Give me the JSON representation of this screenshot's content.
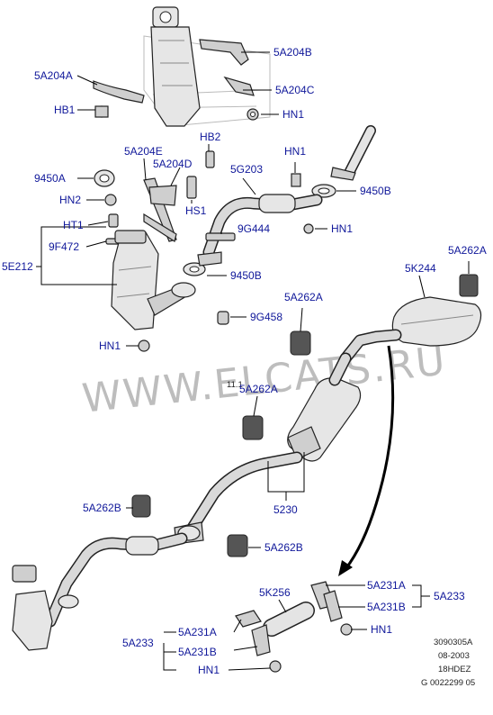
{
  "watermark": "WWW.ELCATS.RU",
  "labels": {
    "l_5A204B": "5A204B",
    "l_5A204A": "5A204A",
    "l_5A204C": "5A204C",
    "l_HB1": "HB1",
    "l_HN1_top": "HN1",
    "l_HB2": "HB2",
    "l_5A204E": "5A204E",
    "l_5A204D": "5A204D",
    "l_HN1_a": "HN1",
    "l_9450A": "9450A",
    "l_5G203": "5G203",
    "l_9450B_a": "9450B",
    "l_HN2": "HN2",
    "l_HS1": "HS1",
    "l_HT1": "HT1",
    "l_HN1_b": "HN1",
    "l_9G444": "9G444",
    "l_9F472": "9F472",
    "l_5E212": "5E212",
    "l_9450B_b": "9450B",
    "l_5A262A_r": "5A262A",
    "l_5K244": "5K244",
    "l_5A262A_m": "5A262A",
    "l_9G458": "9G458",
    "l_HN1_c": "HN1",
    "l_5A262A_c": "5A262A",
    "l_5230": "5230",
    "l_5A262B_l": "5A262B",
    "l_5A262B_r": "5A262B",
    "l_5K256": "5K256",
    "l_5A231A_r": "5A231A",
    "l_5A233_r": "5A233",
    "l_5A231B_r": "5A231B",
    "l_HN1_r": "HN1",
    "l_5A231A_l": "5A231A",
    "l_5A233_l": "5A233",
    "l_5A231B_l": "5A231B",
    "l_HN1_l": "HN1",
    "l_small_ref": "11.1"
  },
  "footer": {
    "ref_number": "3090305A",
    "date": "08-2003",
    "model_code": "18HDEZ",
    "drawing_number": "G 0022299 05"
  }
}
